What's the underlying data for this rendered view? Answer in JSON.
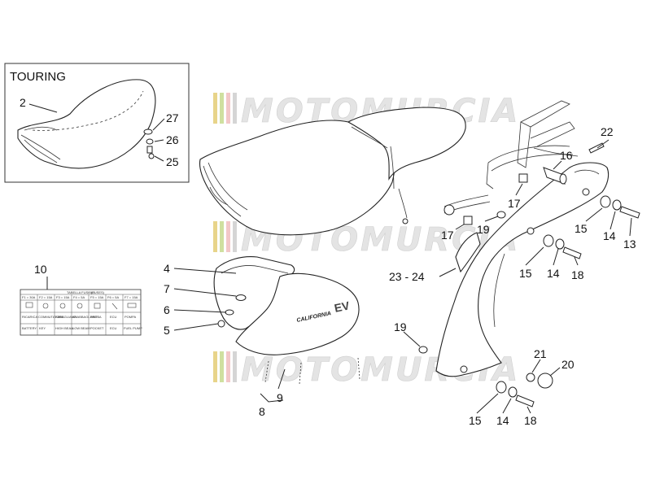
{
  "inset": {
    "title": "TOURING"
  },
  "watermark": {
    "text": "MOTOMURCIA",
    "colors": [
      "#e8d48a",
      "#d5d5d5",
      "#f2c8c8"
    ]
  },
  "labels": {
    "l2": "2",
    "l27": "27",
    "l26": "26",
    "l25": "25",
    "l10": "10",
    "l4": "4",
    "l7": "7",
    "l6": "6",
    "l5": "5",
    "l22": "22",
    "l16": "16",
    "l17a": "17",
    "l17b": "17",
    "l19a": "19",
    "l15a": "15",
    "l14a": "14",
    "l13": "13",
    "l15b": "15",
    "l14b": "14",
    "l18a": "18",
    "l2324": "23 - 24",
    "l19b": "19",
    "l21": "21",
    "l20": "20",
    "l15c": "15",
    "l14c": "14",
    "l18b": "18",
    "l9": "9",
    "l8": "8"
  },
  "fuse_table": {
    "title": "TABELLA FUSIBILI",
    "subtitle": "(FUSES)",
    "headers": [
      "F1 = 30A",
      "F2 = 15A",
      "F3 = 15A",
      "F4 = 5A",
      "F5 = 15A",
      "F6 = 5A",
      "F7 = 15A"
    ],
    "row1": [
      "RICARICA",
      "COMMUTATORE",
      "ABBAGLIANTI",
      "ANABBAGLIANTI",
      "PRESA",
      "ECU",
      "POMPA"
    ],
    "row2": [
      "BATTERY",
      "KEY",
      "HIGH BEAM",
      "LOW BEAM",
      "POCKET",
      "ECU",
      "FUEL PUMP"
    ]
  },
  "panel_badge": {
    "text": "CALIFORNIA",
    "suffix": "EV"
  }
}
